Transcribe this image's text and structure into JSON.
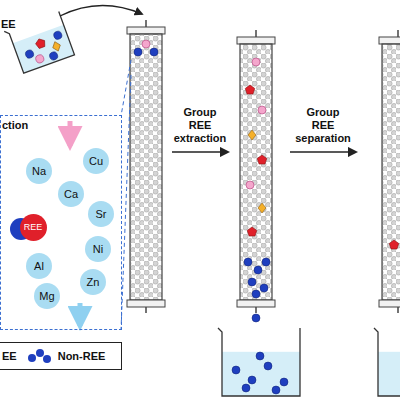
{
  "diagram": {
    "nodes": [
      {
        "text": [
          "ction"
        ]
      },
      {
        "text": [
          "Na"
        ],
        "in": 0
      },
      {
        "text": [
          "Cu"
        ],
        "in": 0
      },
      {
        "text": [
          "Ca"
        ],
        "in": 0
      },
      {
        "text": [
          "Sr"
        ],
        "in": 0
      },
      {
        "text": [
          "REE"
        ],
        "in": 0
      },
      {
        "text": [
          "Ni"
        ],
        "in": 0
      },
      {
        "text": [
          "Al"
        ],
        "in": 0
      },
      {
        "text": [
          "Zn"
        ],
        "in": 0
      },
      {
        "text": [
          "Mg"
        ],
        "in": 0
      }
    ],
    "labels": [
      "EE",
      "Group REE extraction",
      "Group REE separation"
    ],
    "legend": [
      {
        "text": "EE"
      },
      {
        "text": "Non-REE"
      }
    ]
  }
}
